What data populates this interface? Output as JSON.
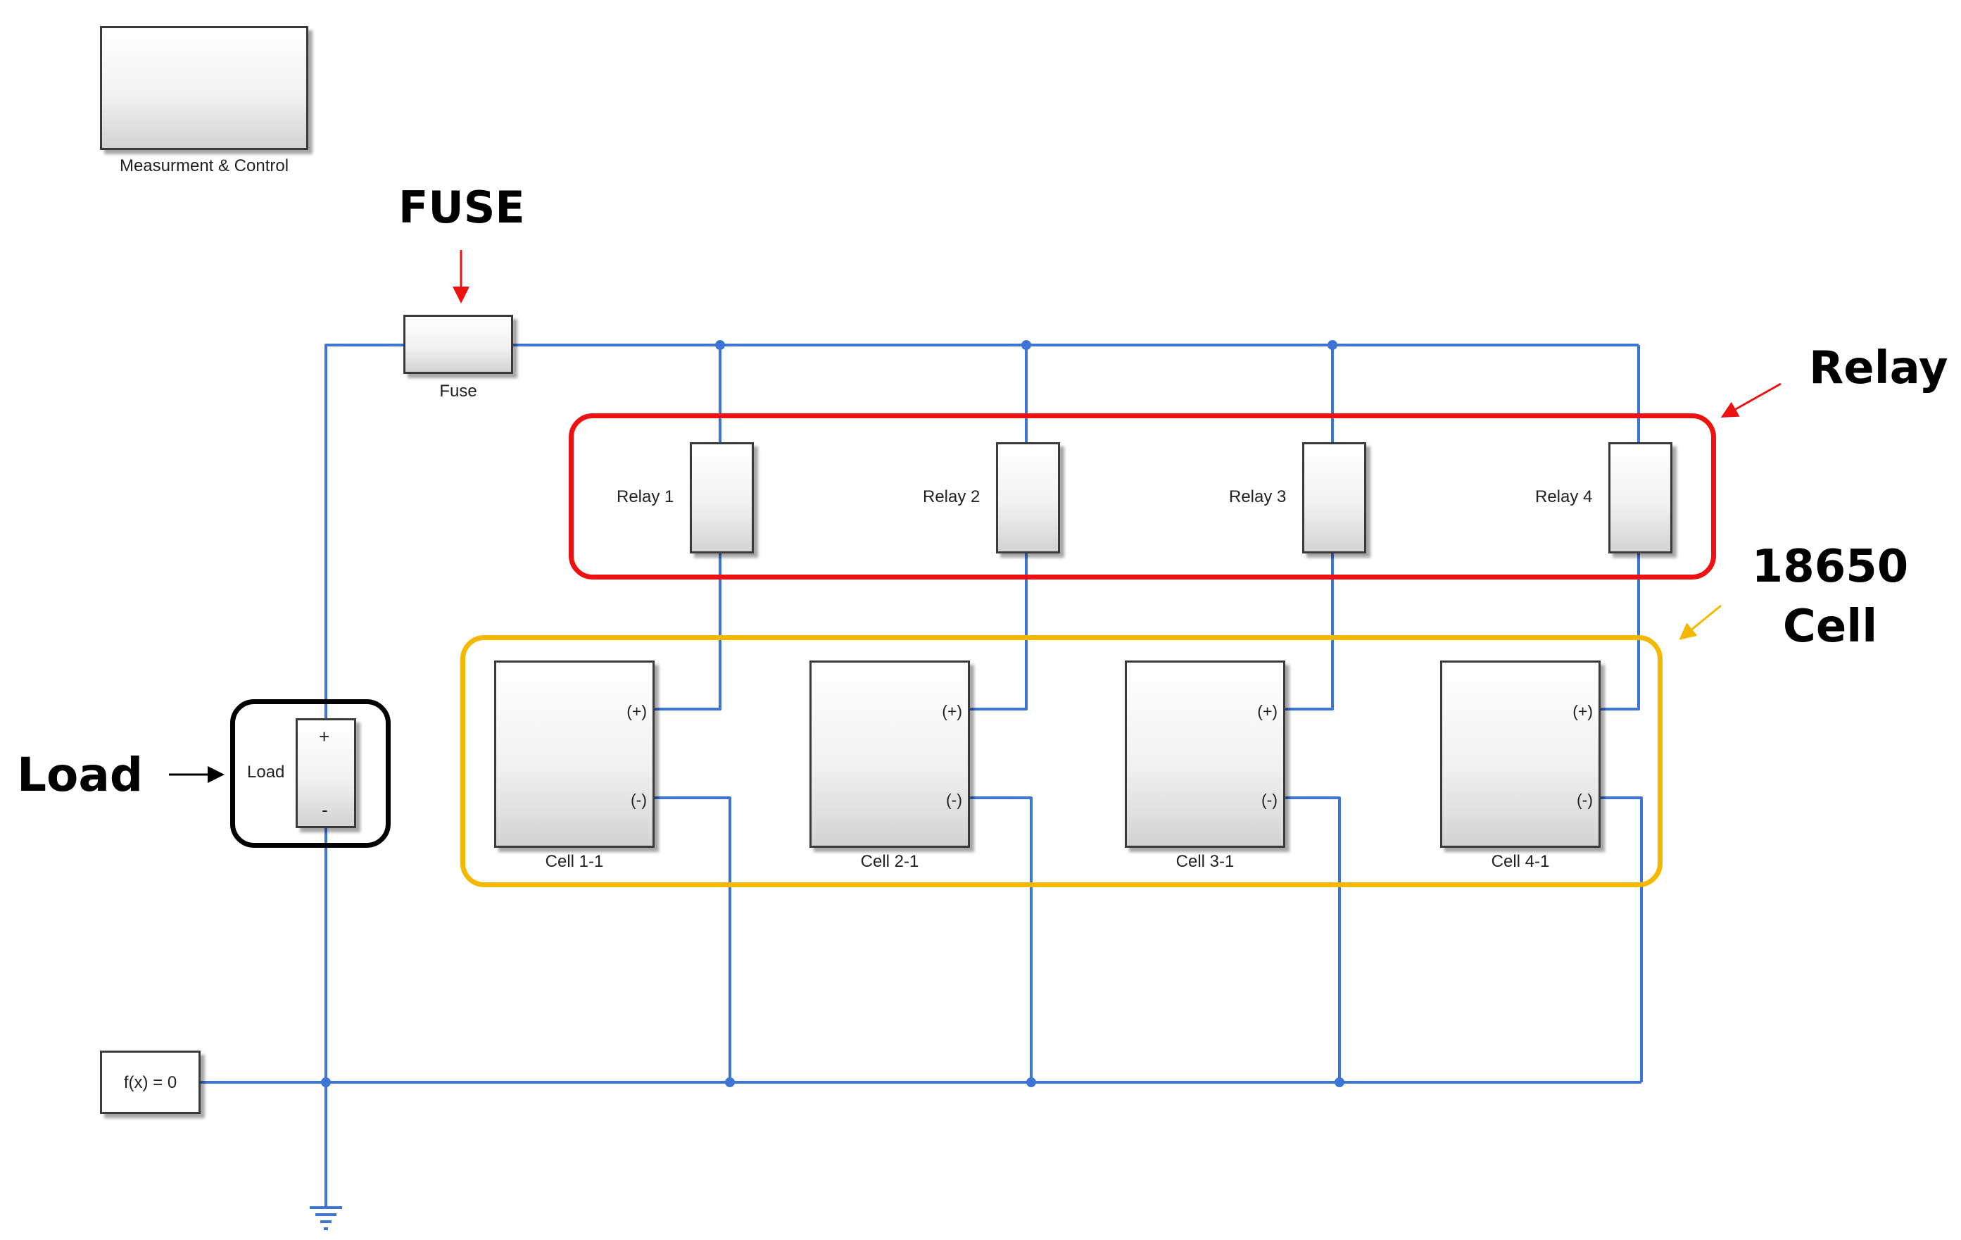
{
  "blocks": {
    "measurement": "Measurment & Control",
    "fuse": "Fuse",
    "relays": [
      "Relay 1",
      "Relay 2",
      "Relay 3",
      "Relay 4"
    ],
    "cells": [
      "Cell 1-1",
      "Cell 2-1",
      "Cell 3-1",
      "Cell 4-1"
    ],
    "cell_pos_port": "(+)",
    "cell_neg_port": "(-)",
    "load": "Load",
    "load_pos_symbol": "+",
    "load_neg_symbol": "-",
    "solver": "f(x) = 0"
  },
  "annotations": {
    "fuse": "FUSE",
    "relay": "Relay",
    "cell_line1": "18650",
    "cell_line2": "Cell",
    "load": "Load"
  },
  "colors": {
    "wire": "#3d75d6",
    "relay_highlight": "#ee1111",
    "cell_highlight": "#f5b800",
    "load_highlight": "#000000",
    "fuse_arrow": "#ee1111",
    "relay_arrow": "#ee1111",
    "cell_arrow": "#f5b800",
    "load_arrow": "#000000"
  }
}
